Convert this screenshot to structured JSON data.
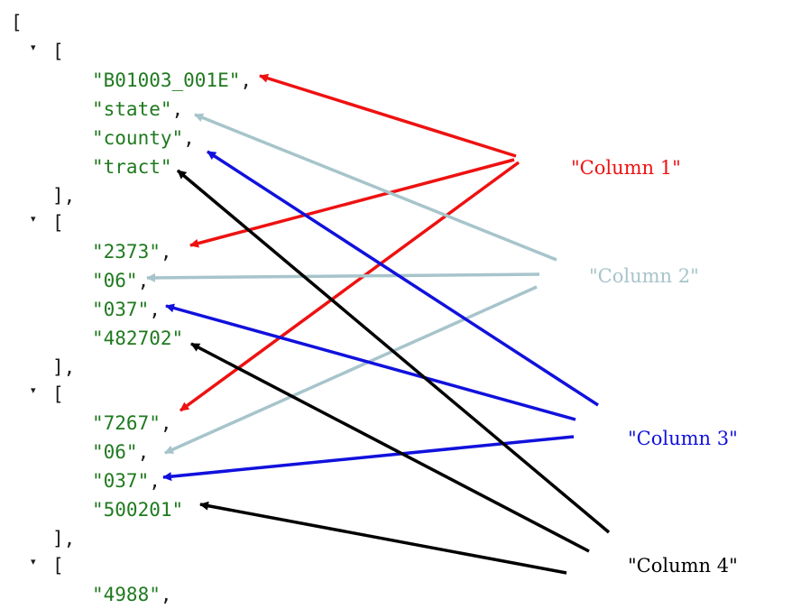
{
  "colors": {
    "column_1": "#ee1111",
    "column_2": "#a7c4cb",
    "column_3": "#1111dd",
    "column_4": "#000000",
    "string": "#1f7a1f",
    "punctuation": "#1a1a1a"
  },
  "icons": {
    "expand_toggle": "triangle-down-icon"
  },
  "code": {
    "root_open": "[",
    "row_open": "[",
    "row_close": "],",
    "comma": ",",
    "rows": [
      {
        "values": [
          "\"B01003_001E\"",
          "\"state\"",
          "\"county\"",
          "\"tract\""
        ]
      },
      {
        "values": [
          "\"2373\"",
          "\"06\"",
          "\"037\"",
          "\"482702\""
        ]
      },
      {
        "values": [
          "\"7267\"",
          "\"06\"",
          "\"037\"",
          "\"500201\""
        ]
      },
      {
        "values": [
          "\"4988\""
        ]
      }
    ]
  },
  "labels": [
    {
      "text": "\"Column 1\"",
      "color": "#ee1111"
    },
    {
      "text": "\"Column 2\"",
      "color": "#a7c4cb"
    },
    {
      "text": "\"Column 3\"",
      "color": "#1111dd"
    },
    {
      "text": "\"Column 4\"",
      "color": "#000000"
    }
  ]
}
